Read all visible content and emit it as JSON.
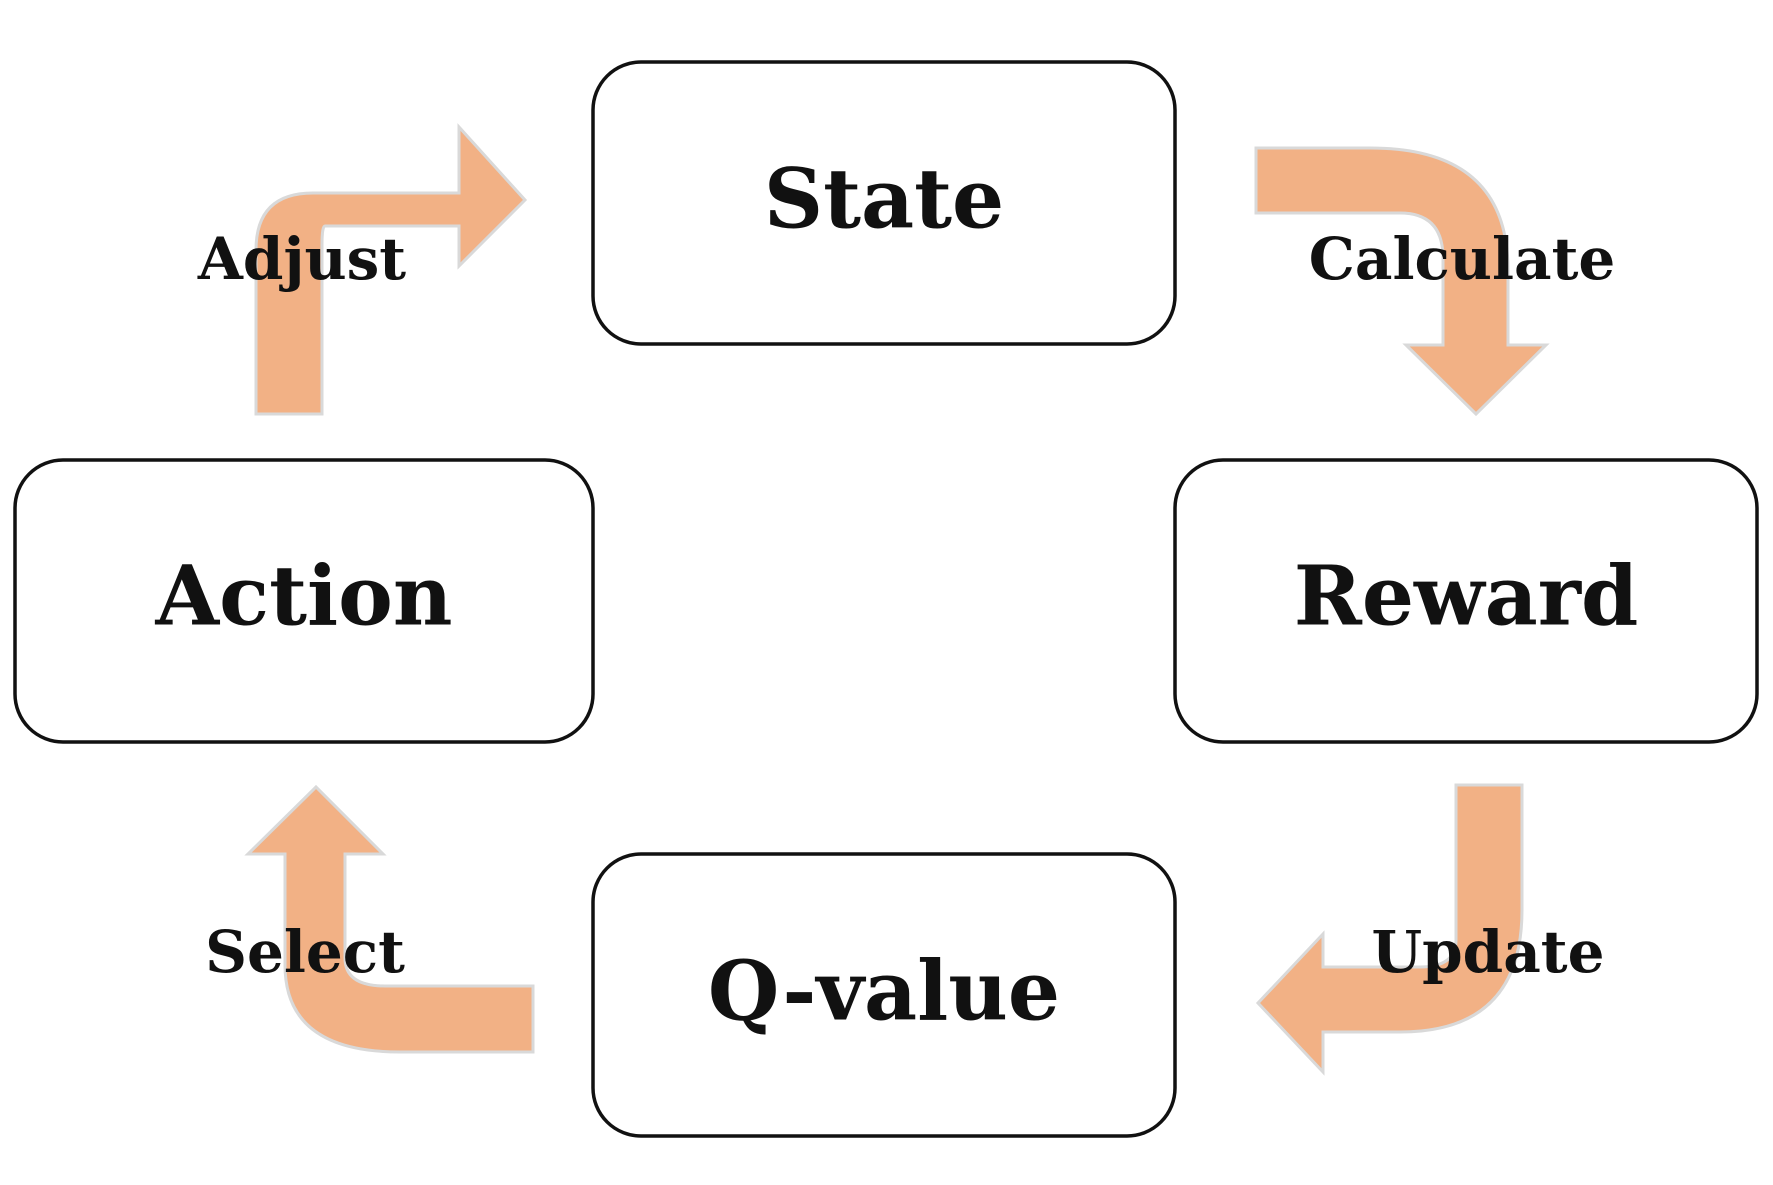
{
  "colors": {
    "arrow_fill": "#f2b185",
    "arrow_outline": "#d9d9d9",
    "box_stroke": "#111111",
    "text": "#111111",
    "background": "#ffffff"
  },
  "nodes": {
    "state": "State",
    "reward": "Reward",
    "q_value": "Q-value",
    "action": "Action"
  },
  "edges": {
    "calculate": "Calculate",
    "update": "Update",
    "select": "Select",
    "adjust": "Adjust"
  }
}
